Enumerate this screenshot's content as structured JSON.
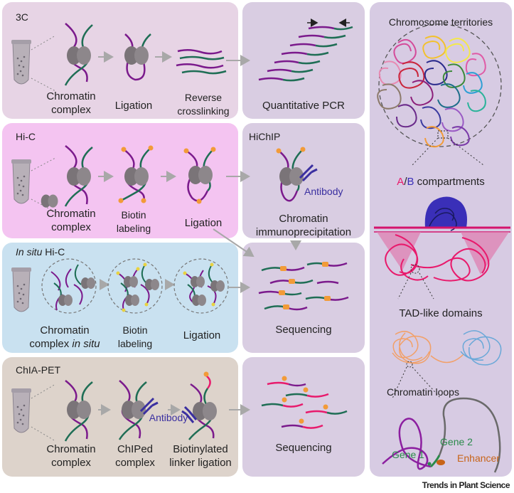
{
  "colors": {
    "panel_3c": "#e7d4e5",
    "panel_hic": "#f4c4f1",
    "panel_insitu": "#c9e1f0",
    "panel_chiapet": "#ddd3cb",
    "panel_right": "#d7cbe3",
    "panel_mid": "#d9cde2",
    "purple": "#7b1a8c",
    "green": "#1f6e55",
    "orange": "#f29b38",
    "pink": "#e81a6c",
    "antibody": "#3a2fa0"
  },
  "panel_3c": {
    "title": "3C",
    "chromatin": "Chromatin",
    "complex": "complex",
    "ligation": "Ligation",
    "reverse": "Reverse",
    "crosslinking": "crosslinking"
  },
  "panel_qpcr": {
    "label": "Quantitative PCR"
  },
  "panel_hic": {
    "title": "Hi-C",
    "chromatin": "Chromatin",
    "complex": "complex",
    "biotin": "Biotin",
    "labeling": "labeling",
    "ligation": "Ligation"
  },
  "panel_hichip": {
    "title": "HiChIP",
    "antibody": "Antibody",
    "chromatin": "Chromatin",
    "immuno": "immunoprecipitation"
  },
  "panel_insitu": {
    "title_italic": "In situ",
    "title_rest": " Hi-C",
    "chromatin": "Chromatin",
    "complex": "complex ",
    "in_situ": "in situ",
    "biotin": "Biotin",
    "labeling": "labeling",
    "ligation": "Ligation"
  },
  "panel_seq1": {
    "label": "Sequencing"
  },
  "panel_chiapet": {
    "title": "ChIA-PET",
    "chromatin": "Chromatin",
    "complex": "complex",
    "chiped": "ChIPed",
    "chiped_complex": "complex",
    "antibody": "Antibody",
    "biotinylated": "Biotinylated",
    "linker": "linker ligation"
  },
  "panel_seq2": {
    "label": "Sequencing"
  },
  "right": {
    "territories": "Chromosome territories",
    "ab_a": "A",
    "ab_slash": "/",
    "ab_b": "B",
    "ab_rest": " compartments",
    "tad": "TAD-like domains",
    "loops": "Chromatin loops",
    "gene1": "Gene 1",
    "gene2": "Gene 2",
    "enhancer": "Enhancer"
  },
  "footer": {
    "journal": "Trends in Plant Science"
  }
}
